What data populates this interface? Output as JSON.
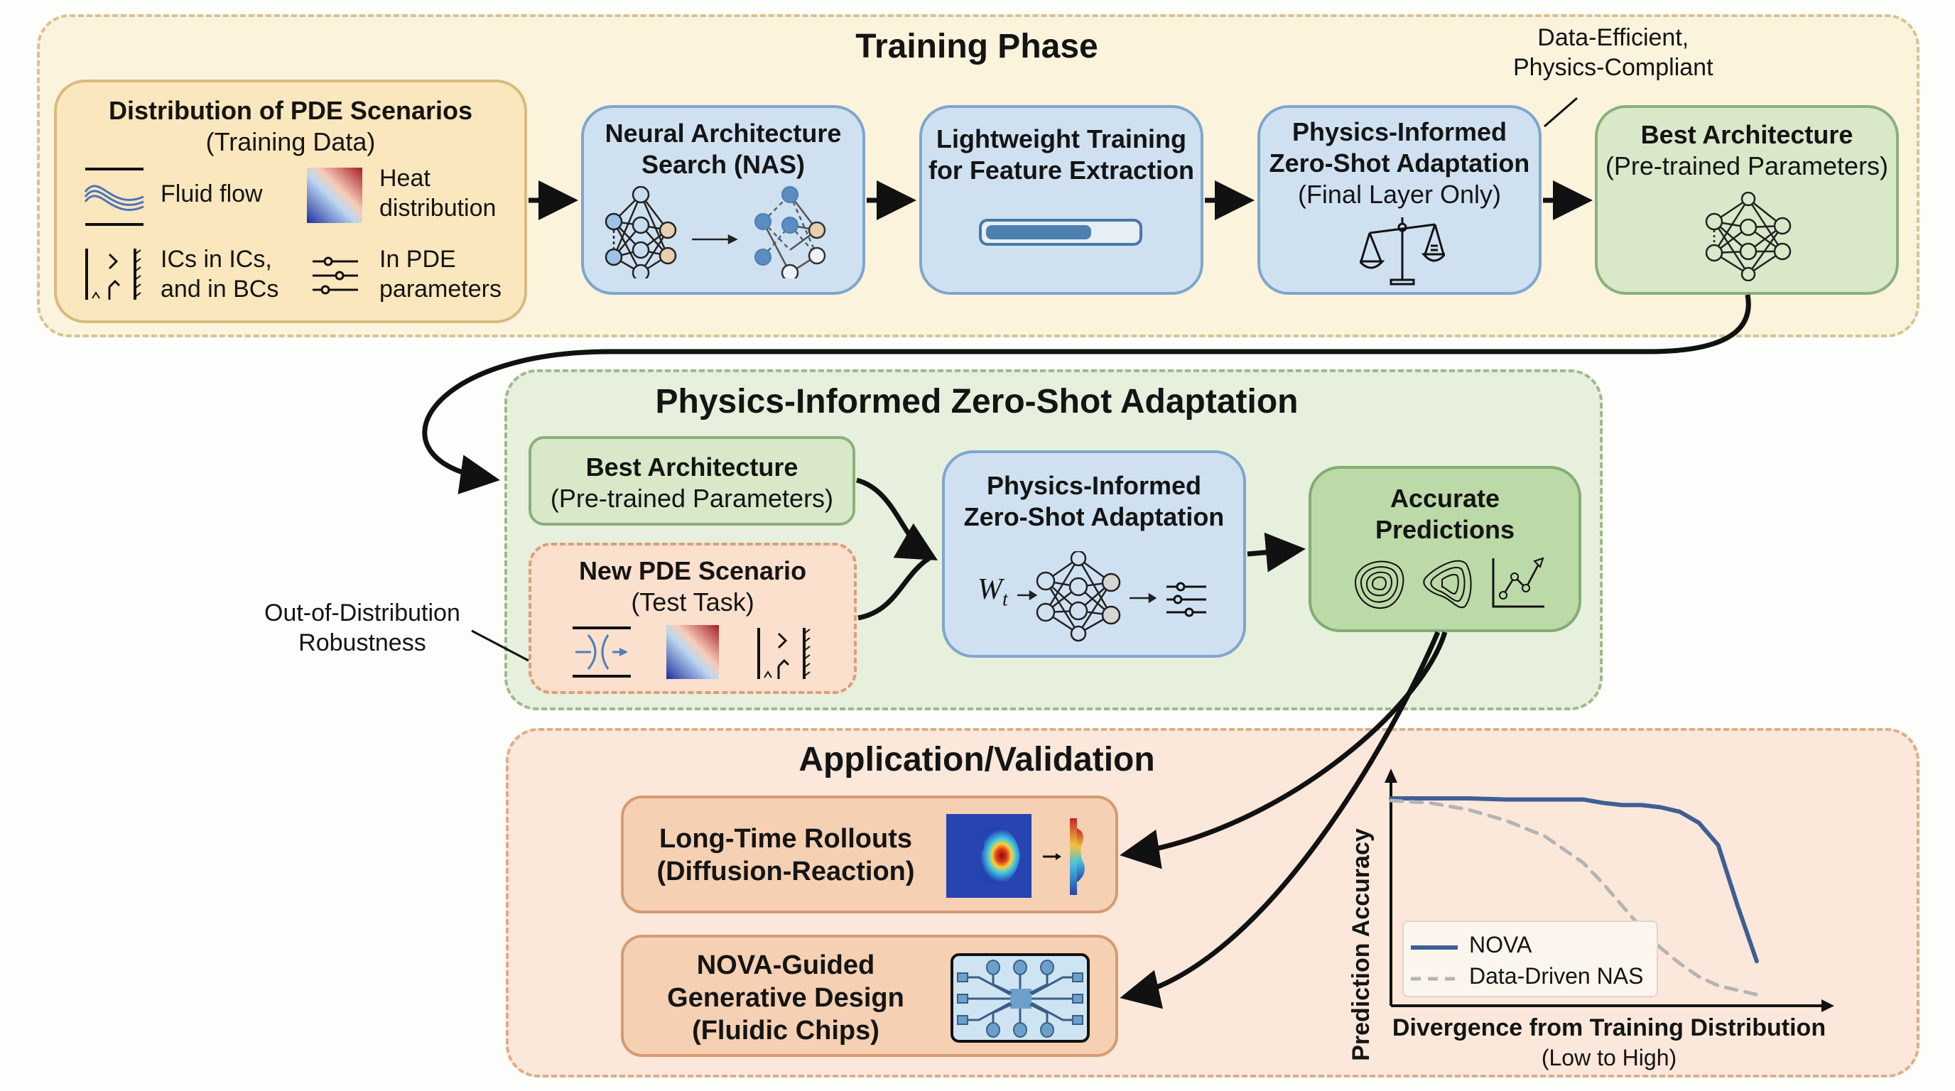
{
  "training_phase": {
    "title": "Training Phase",
    "annotation": [
      "Data-Efficient,",
      "Physics-Compliant"
    ],
    "pde_box": {
      "title": "Distribution of PDE Scenarios",
      "subtitle": "(Training Data)",
      "items": [
        {
          "icon": "fluid-flow-icon",
          "label": [
            "Fluid flow"
          ]
        },
        {
          "icon": "heat-map-icon",
          "label": [
            "Heat",
            "distribution"
          ]
        },
        {
          "icon": "boundary-conditions-icon",
          "label": [
            "ICs in ICs,",
            "and in BCs"
          ]
        },
        {
          "icon": "sliders-icon",
          "label": [
            "In PDE",
            "parameters"
          ]
        }
      ]
    },
    "nas_box": {
      "title": [
        "Neural Architecture",
        "Search (NAS)"
      ],
      "icon": "network-pruning-icon"
    },
    "light_box": {
      "title": [
        "Lightweight Training",
        "for Feature Extraction"
      ],
      "icon": "progress-bar-icon",
      "progress": 0.72
    },
    "pizsa_box": {
      "title": [
        "Physics-Informed",
        "Zero-Shot Adaptation"
      ],
      "subtitle": "(Final Layer Only)",
      "icon": "balance-scale-icon"
    },
    "best_box": {
      "title": "Best Architecture",
      "subtitle": "(Pre-trained Parameters)",
      "icon": "neural-network-icon"
    }
  },
  "adaptation_phase": {
    "title": "Physics-Informed Zero-Shot Adaptation",
    "best_box": {
      "title": "Best Architecture",
      "subtitle": "(Pre-trained Parameters)"
    },
    "new_pde_box": {
      "title": "New PDE Scenario",
      "subtitle": "(Test Task)",
      "icons": [
        "flow-contraction-icon",
        "heat-map-icon",
        "boundary-conditions-icon"
      ]
    },
    "pizsa_box": {
      "title": [
        "Physics-Informed",
        "Zero-Shot Adaptation"
      ],
      "weight_label": "W",
      "weight_sub": "t"
    },
    "predictions_box": {
      "title": [
        "Accurate",
        "Predictions"
      ],
      "icons": [
        "contour-icon",
        "contour-triangle-icon",
        "trend-chart-icon"
      ]
    },
    "ood_annotation": [
      "Out-of-Distribution",
      "Robustness"
    ]
  },
  "application_phase": {
    "title": "Application/Validation",
    "rollout_box": {
      "title": [
        "Long-Time Rollouts",
        "(Diffusion-Reaction)"
      ],
      "icon": "diffusion-field-icon"
    },
    "design_box": {
      "title": [
        "NOVA-Guided",
        "Generative Design",
        "(Fluidic Chips)"
      ],
      "icon": "fluidic-chip-icon"
    }
  },
  "colors": {
    "nova": "#3e5f93",
    "data_driven_nas": "#b4b4b4",
    "arrow": "#111111"
  },
  "chart_data": {
    "type": "line",
    "title": "",
    "xlabel": "Divergence from Training Distribution",
    "xlabel_sub": "(Low to High)",
    "ylabel": "Prediction Accuracy",
    "xlim": [
      0,
      1
    ],
    "ylim": [
      0,
      1
    ],
    "grid": false,
    "legend_position": "bottom-left",
    "x": [
      0.0,
      0.1,
      0.2,
      0.3,
      0.4,
      0.5,
      0.55,
      0.6,
      0.65,
      0.7,
      0.75,
      0.8,
      0.85,
      0.9,
      0.95
    ],
    "series": [
      {
        "name": "NOVA",
        "style": "solid",
        "values": [
          0.93,
          0.93,
          0.93,
          0.925,
          0.925,
          0.925,
          0.91,
          0.9,
          0.9,
          0.89,
          0.87,
          0.82,
          0.72,
          0.45,
          0.2
        ]
      },
      {
        "name": "Data-Driven NAS",
        "style": "dashed",
        "values": [
          0.92,
          0.91,
          0.88,
          0.83,
          0.76,
          0.64,
          0.55,
          0.45,
          0.35,
          0.26,
          0.19,
          0.13,
          0.09,
          0.07,
          0.05
        ]
      }
    ]
  }
}
